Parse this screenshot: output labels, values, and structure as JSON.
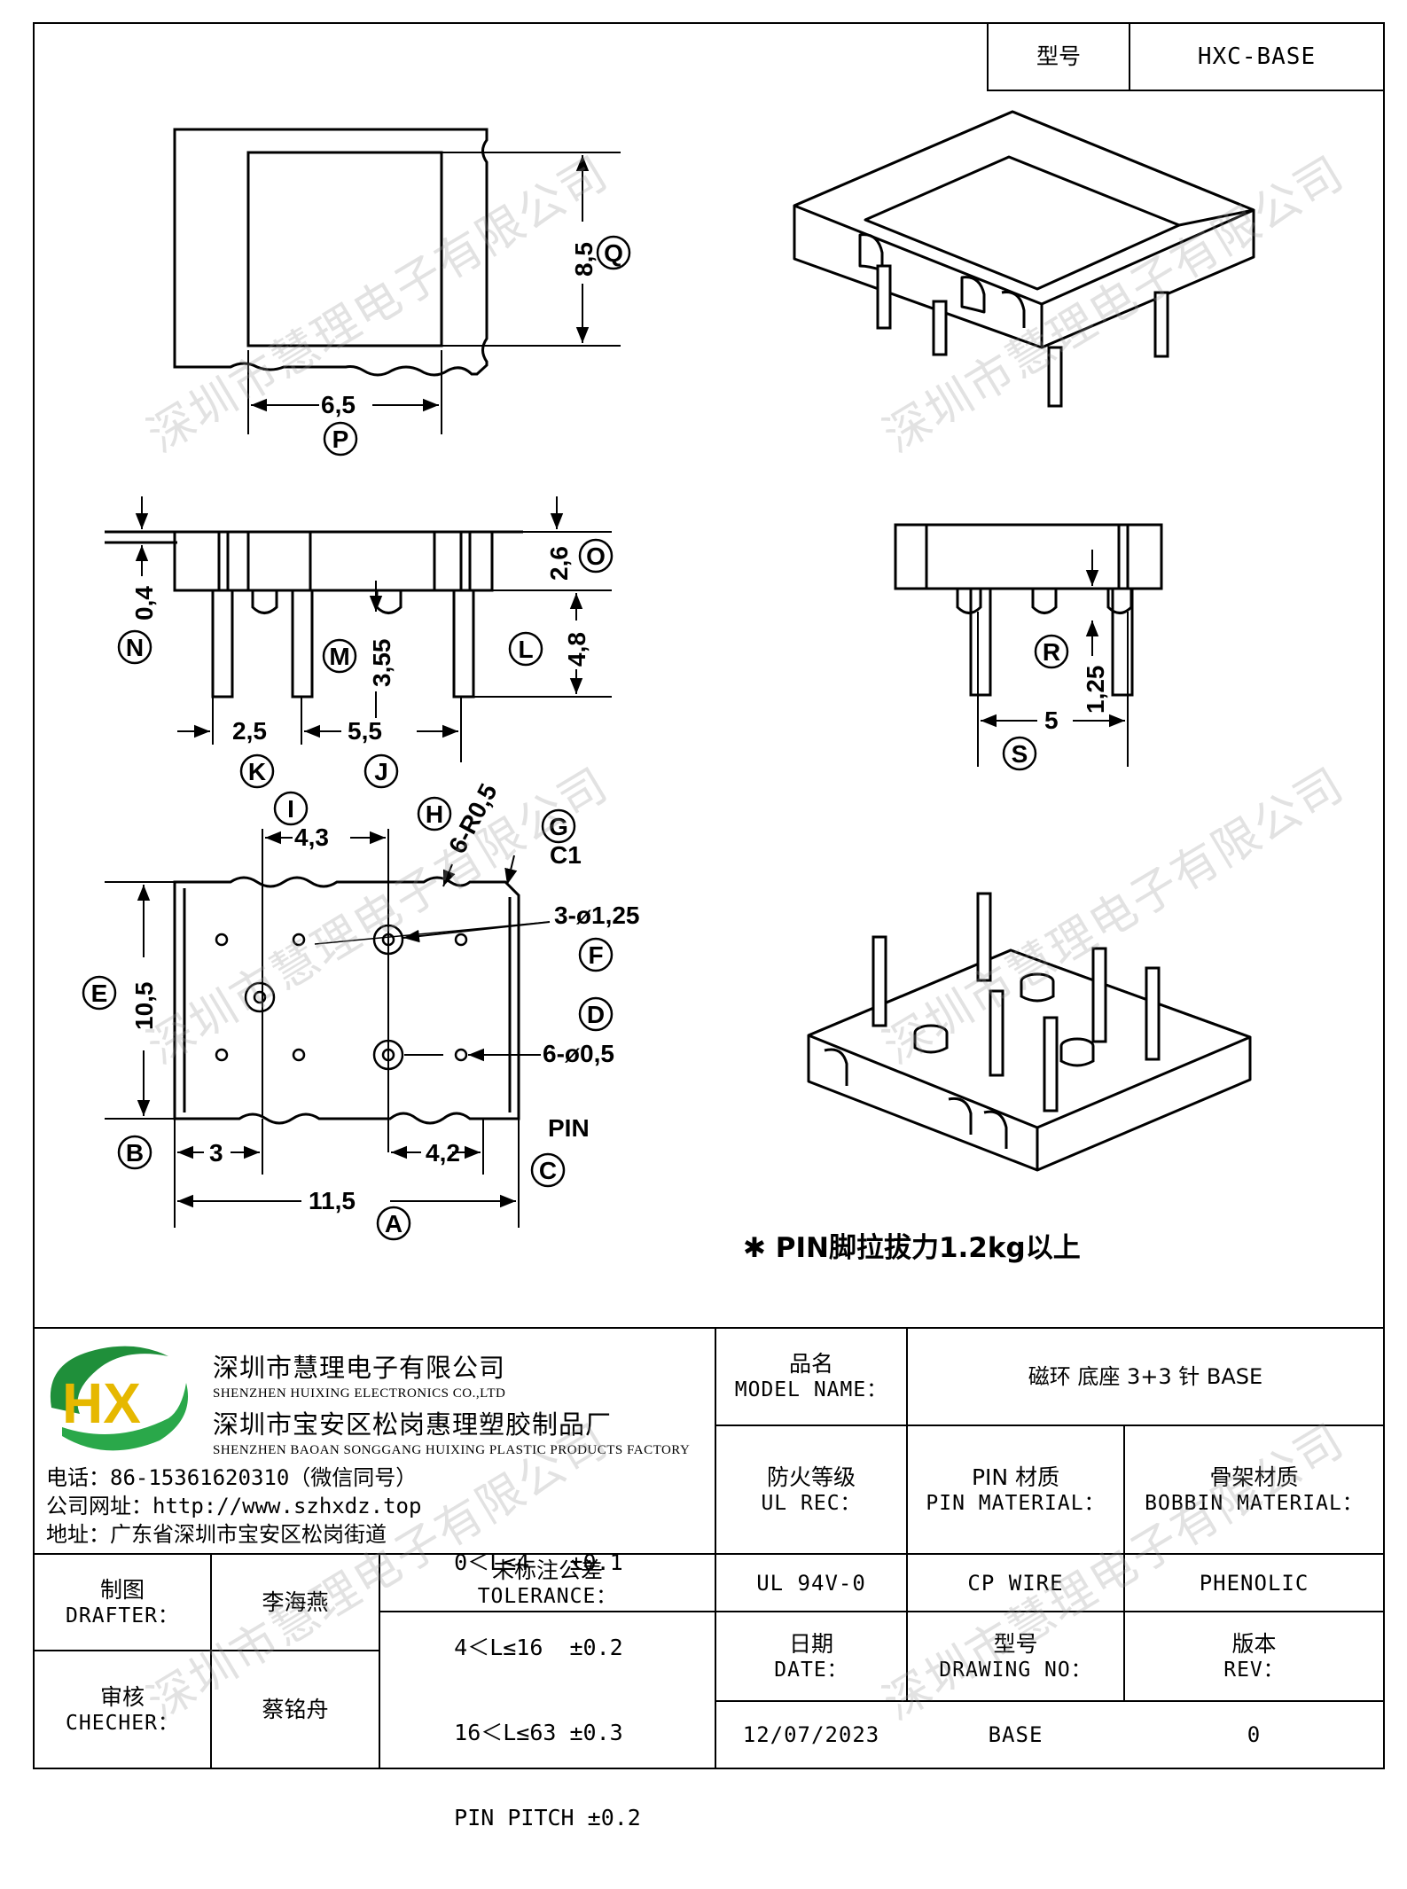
{
  "header": {
    "model_label": "型号",
    "model_value": "HXC-BASE"
  },
  "drawing": {
    "dimensions": {
      "p_65": "6,5",
      "q_85": "8,5",
      "o_26": "2,6",
      "l_48": "4,8",
      "n_04": "0,4",
      "m_355": "3,55",
      "k_25": "2,5",
      "j_55": "5,5",
      "r_125": "1,25",
      "s_5": "5",
      "i_43": "4,3",
      "h_6r05": "6-R0,5",
      "g_c1": "C1",
      "f_3phi125": "3-ø1,25",
      "d_6phi05": "6-ø0,5",
      "e_105": "10,5",
      "b_3": "3",
      "c_42": "4,2",
      "a_115": "11,5",
      "pin": "PIN"
    },
    "letters": [
      "A",
      "B",
      "C",
      "D",
      "E",
      "F",
      "G",
      "H",
      "I",
      "J",
      "K",
      "L",
      "M",
      "N",
      "O",
      "P",
      "Q",
      "R",
      "S"
    ],
    "note": "✱ PIN脚拉拔力1.2kg以上"
  },
  "watermark": "深圳市慧理电子有限公司",
  "company": {
    "logo_letters": "HX",
    "name_cn": "深圳市慧理电子有限公司",
    "name_en": "SHENZHEN HUIXING ELECTRONICS CO.,LTD",
    "factory_cn": "深圳市宝安区松岗惠理塑胶制品厂",
    "factory_en": "SHENZHEN BAOAN SONGGANG HUIXING PLASTIC PRODUCTS FACTORY",
    "phone": "电话：86-15361620310（微信同号）",
    "website": "公司网址：http://www.szhxdz.top",
    "address": "地址：广东省深圳市宝安区松岗街道"
  },
  "title_block": {
    "model_name_cn": "品名",
    "model_name_en": "MODEL NAME：",
    "model_name_value": "磁环 底座 3+3 针 BASE",
    "ul_cn": "防火等级",
    "ul_en": "UL REC：",
    "pin_mat_cn": "PIN 材质",
    "pin_mat_en": "PIN MATERIAL：",
    "bobbin_cn": "骨架材质",
    "bobbin_en": "BOBBIN MATERIAL：",
    "ul_value": "UL 94V-0",
    "pin_value": "CP WIRE",
    "bobbin_value": "PHENOLIC",
    "drafter_cn": "制图",
    "drafter_en": "DRAFTER：",
    "drafter_name": "李海燕",
    "checker_cn": "审核",
    "checker_en": "CHECHER：",
    "checker_name": "蔡铭舟",
    "tolerance_cn": "未标注公差",
    "tolerance_en": "TOLERANCE：",
    "tolerances": [
      "0＜L≤4   ±0.1",
      "4＜L≤16  ±0.2",
      "16＜L≤63 ±0.3",
      "PIN PITCH ±0.2"
    ],
    "date_cn": "日期",
    "date_en": "DATE：",
    "drawing_no_cn": "型号",
    "drawing_no_en": "DRAWING NO：",
    "rev_cn": "版本",
    "rev_en": "REV：",
    "date_value": "12/07/2023",
    "drawing_no_value": "BASE",
    "rev_value": "0"
  }
}
